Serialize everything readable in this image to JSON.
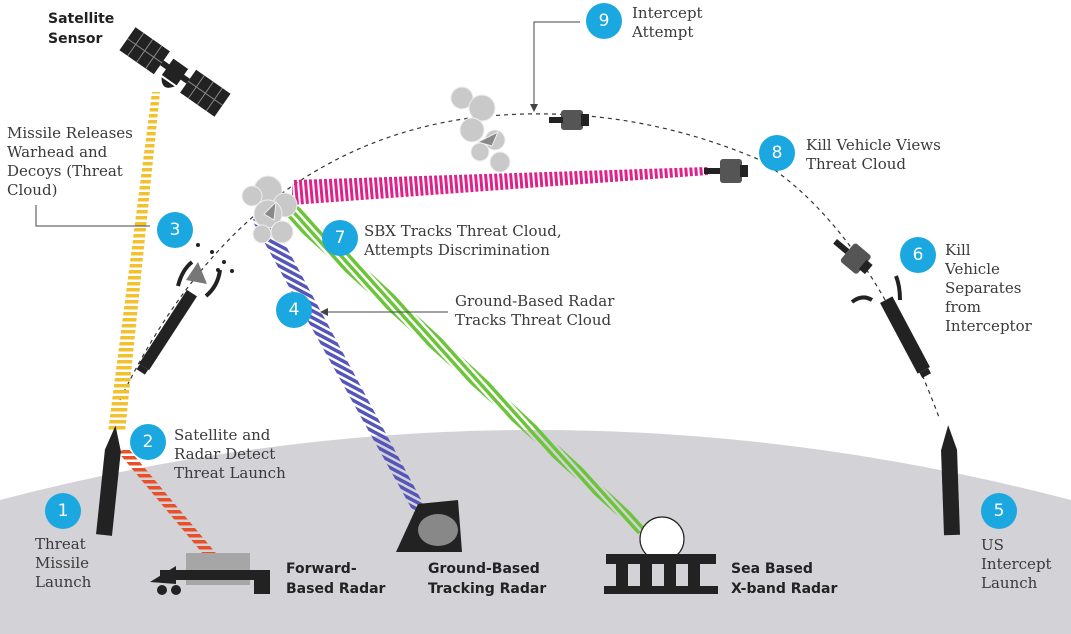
{
  "colors": {
    "badge": "#1ba8e0",
    "satellite_beam": "#f2c12e",
    "forward_radar_beam": "#e8502a",
    "ground_radar_beam": "#5656b8",
    "sbx_beam": "#6cc43a",
    "kill_vehicle_beam": "#e0218a",
    "earth": "#d3d2d6"
  },
  "icons": [
    "satellite-icon",
    "missile-icon",
    "interceptor-icon",
    "kill-vehicle-icon",
    "threat-cloud-icon",
    "radar-truck-icon",
    "radar-dish-icon",
    "sea-platform-icon"
  ],
  "steps": [
    {
      "num": "1",
      "text": "Threat\nMissile\nLaunch"
    },
    {
      "num": "2",
      "text": "Satellite and\nRadar Detect\nThreat Launch"
    },
    {
      "num": "3",
      "text": "Missile Releases\nWarhead and\nDecoys (Threat\nCloud)"
    },
    {
      "num": "4",
      "text": "Ground-Based Radar\nTracks Threat Cloud"
    },
    {
      "num": "5",
      "text": "US\nIntercept\nLaunch"
    },
    {
      "num": "6",
      "text": "Kill\nVehicle\nSeparates\nfrom\nInterceptor"
    },
    {
      "num": "7",
      "text": "SBX Tracks Threat Cloud,\nAttempts Discrimination"
    },
    {
      "num": "8",
      "text": "Kill Vehicle Views\nThreat Cloud"
    },
    {
      "num": "9",
      "text": "Intercept\nAttempt"
    }
  ],
  "assets": {
    "satellite": "Satellite\nSensor",
    "forward_radar": "Forward-\nBased Radar",
    "ground_radar": "Ground-Based\nTracking Radar",
    "sea_radar": "Sea Based\nX-band Radar"
  }
}
